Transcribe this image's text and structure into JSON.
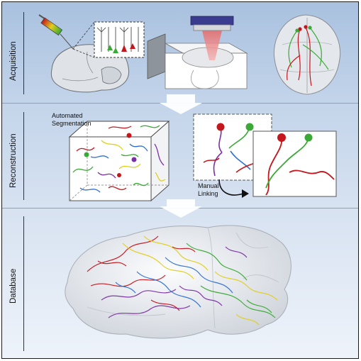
{
  "sections": [
    {
      "id": "acquisition",
      "label": "Acquisition"
    },
    {
      "id": "reconstruction",
      "label": "Reconstruction"
    },
    {
      "id": "database",
      "label": "Database"
    }
  ],
  "reconstruction": {
    "segmentation_label_line1": "Automated",
    "segmentation_label_line2": "Segmentation",
    "linking_label_line1": "Manual",
    "linking_label_line2": "Linking"
  },
  "colors": {
    "panel_top": "#a9c1df",
    "panel_bottom": "#eef3fa",
    "arrow": "#ffffff",
    "neuron_red": "#c4161c",
    "neuron_green": "#3aa935",
    "neuron_yellow": "#e0cf1b",
    "neuron_purple": "#7b2fa5",
    "neuron_blue": "#2f6fd1"
  }
}
